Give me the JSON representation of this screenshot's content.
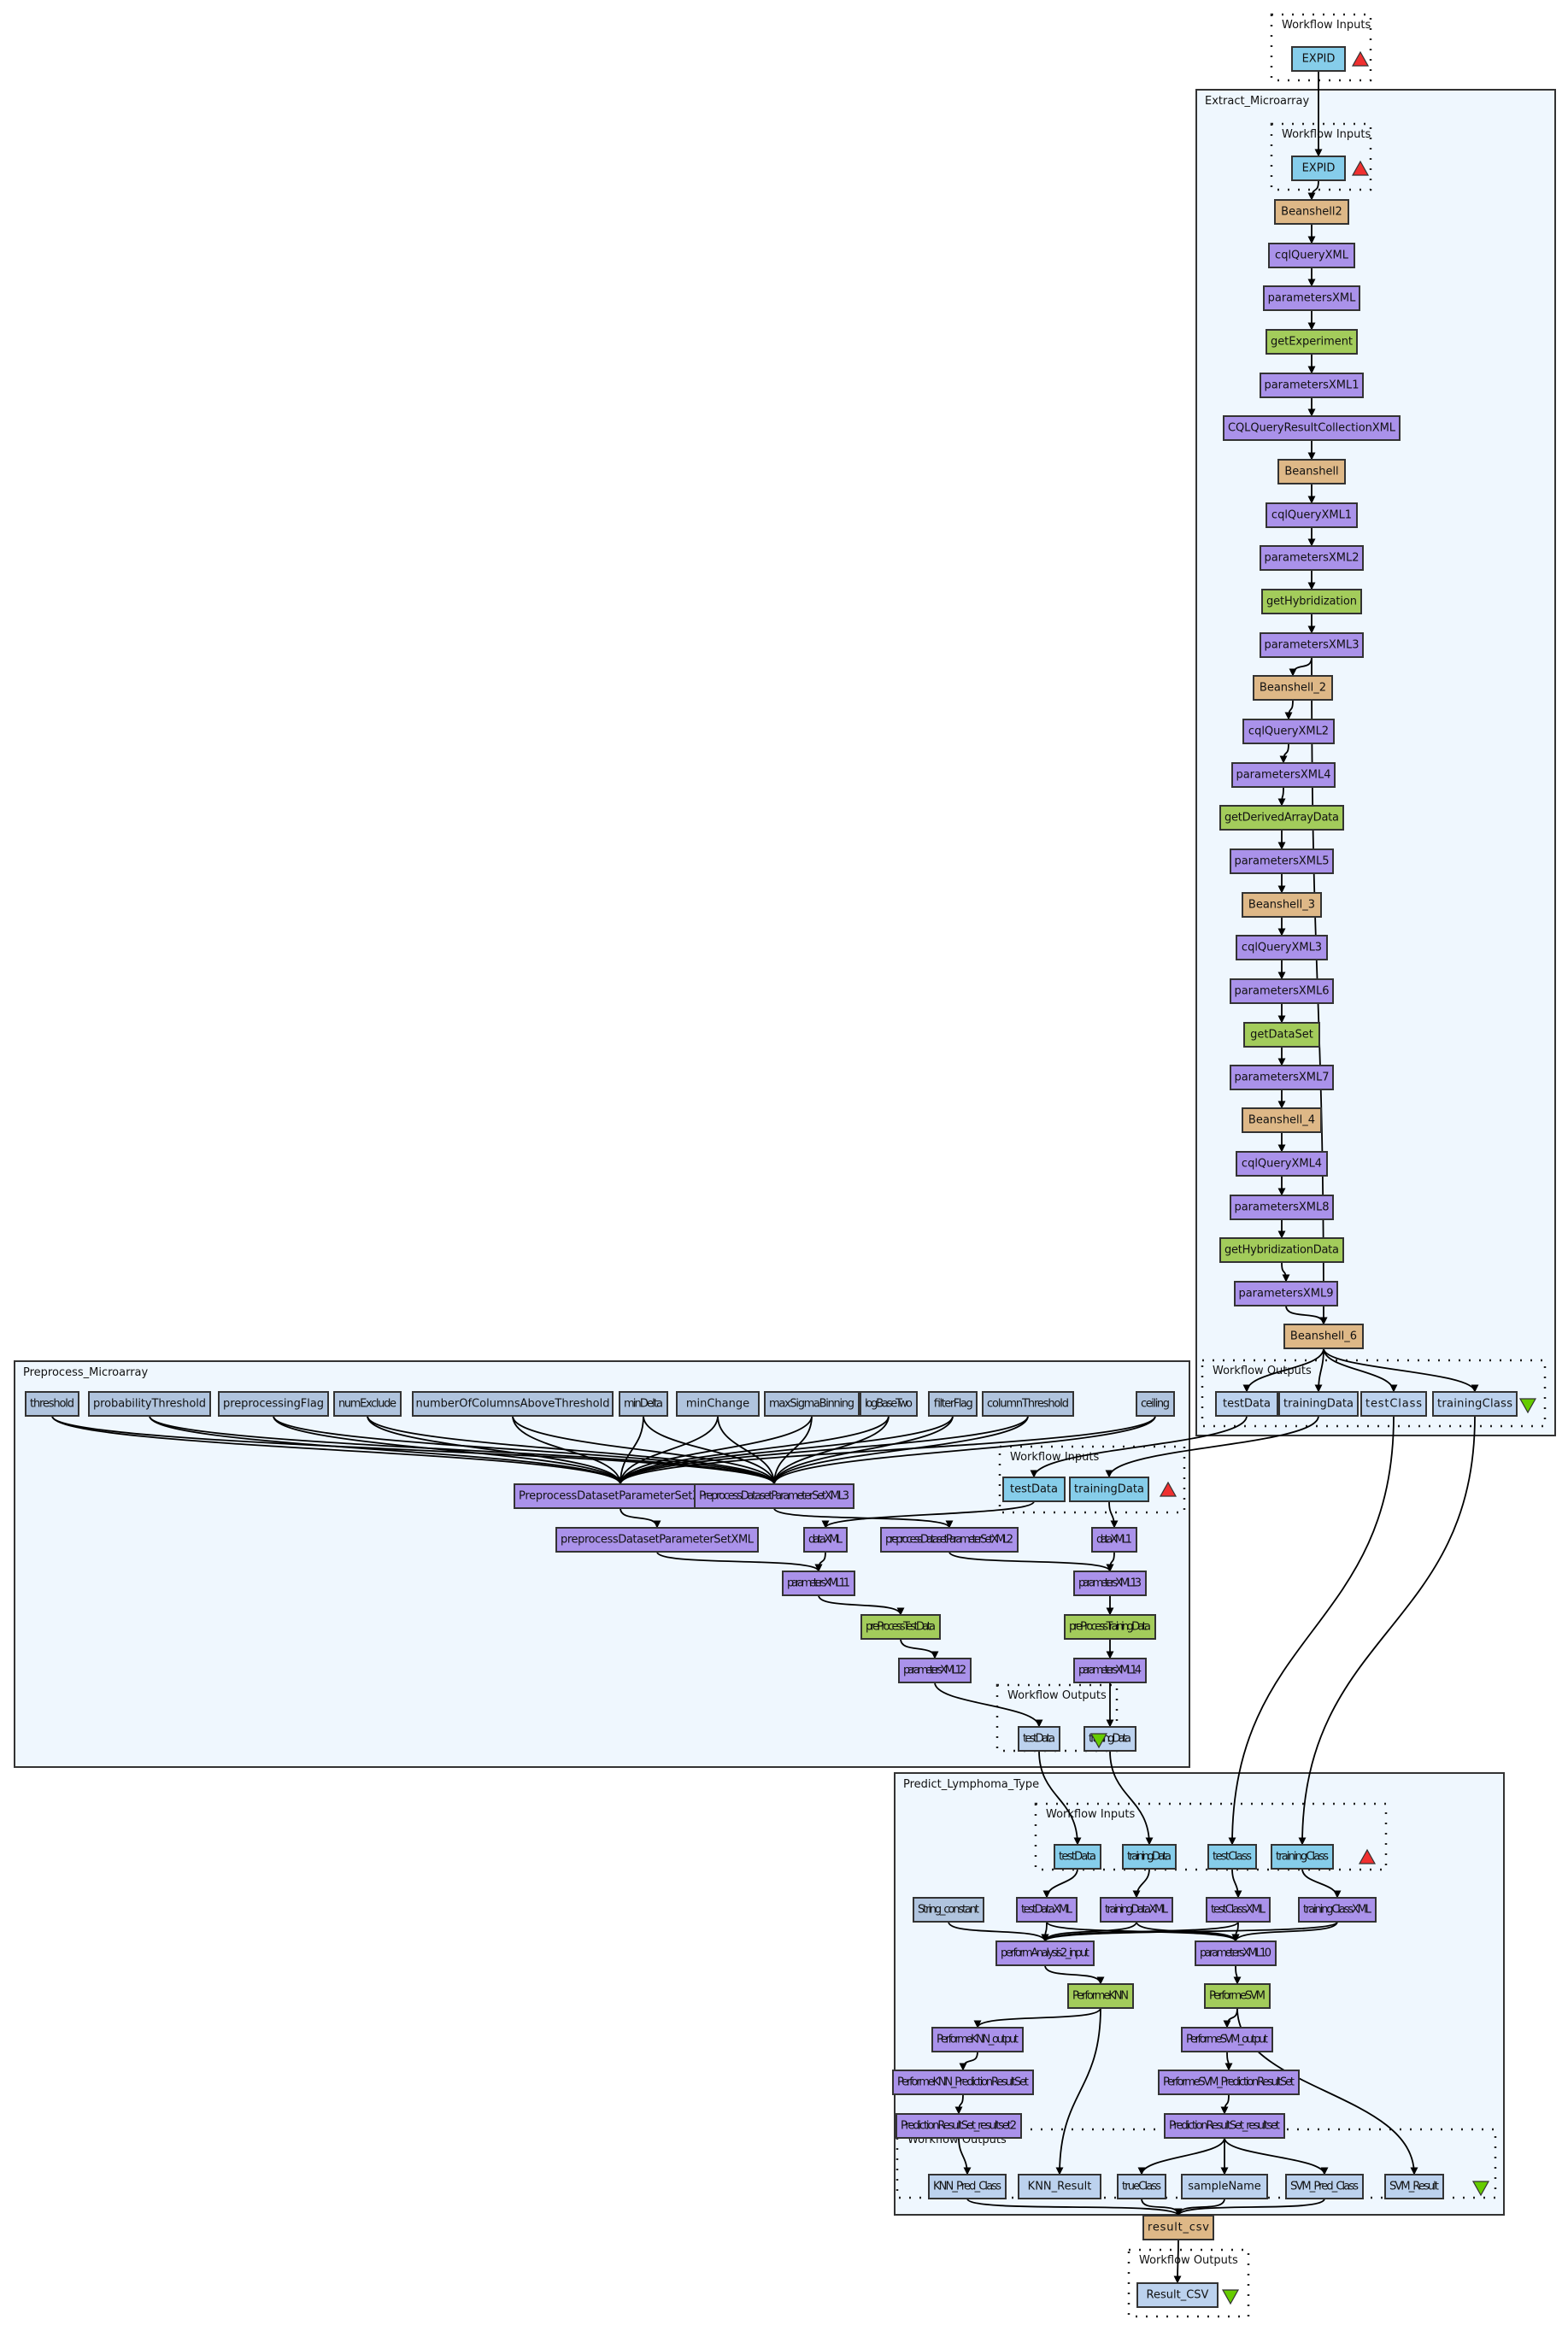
{
  "colors": {
    "input": "#86cdea",
    "output": "#bcd2ee",
    "constant": "#b0c4de",
    "xmlsplitter": "#aa92ea",
    "service": "#a3cc5b",
    "beanshell": "#deb887",
    "cluster_bg": "#eff7fe",
    "input_marker": "#f03030",
    "output_marker": "#66cc00"
  },
  "labels": {
    "workflow_inputs": "Workflow Inputs",
    "workflow_outputs": "Workflow Outputs"
  },
  "clusters": [
    {
      "id": "extract",
      "title": "Extract_Microarray"
    },
    {
      "id": "preprocess",
      "title": "Preprocess_Microarray"
    },
    {
      "id": "predict",
      "title": "Predict_Lymphoma_Type"
    }
  ],
  "nodes": [
    {
      "id": "top_expid",
      "label": "EXPID",
      "type": "input"
    },
    {
      "id": "ex_expid",
      "label": "EXPID",
      "type": "input"
    },
    {
      "id": "ex_bs2",
      "label": "Beanshell2",
      "type": "beanshell"
    },
    {
      "id": "ex_cql",
      "label": "cqlQueryXML",
      "type": "xmlsplitter"
    },
    {
      "id": "ex_px",
      "label": "parametersXML",
      "type": "xmlsplitter"
    },
    {
      "id": "ex_getexp",
      "label": "getExperiment",
      "type": "service"
    },
    {
      "id": "ex_px1",
      "label": "parametersXML1",
      "type": "xmlsplitter"
    },
    {
      "id": "ex_cqlres",
      "label": "CQLQueryResultCollectionXML",
      "type": "xmlsplitter"
    },
    {
      "id": "ex_bs",
      "label": "Beanshell",
      "type": "beanshell"
    },
    {
      "id": "ex_cql1",
      "label": "cqlQueryXML1",
      "type": "xmlsplitter"
    },
    {
      "id": "ex_px2",
      "label": "parametersXML2",
      "type": "xmlsplitter"
    },
    {
      "id": "ex_gethyb",
      "label": "getHybridization",
      "type": "service"
    },
    {
      "id": "ex_px3",
      "label": "parametersXML3",
      "type": "xmlsplitter"
    },
    {
      "id": "ex_bs_2",
      "label": "Beanshell_2",
      "type": "beanshell"
    },
    {
      "id": "ex_cql2",
      "label": "cqlQueryXML2",
      "type": "xmlsplitter"
    },
    {
      "id": "ex_px4",
      "label": "parametersXML4",
      "type": "xmlsplitter"
    },
    {
      "id": "ex_getder",
      "label": "getDerivedArrayData",
      "type": "service"
    },
    {
      "id": "ex_px5",
      "label": "parametersXML5",
      "type": "xmlsplitter"
    },
    {
      "id": "ex_bs_3",
      "label": "Beanshell_3",
      "type": "beanshell"
    },
    {
      "id": "ex_cql3",
      "label": "cqlQueryXML3",
      "type": "xmlsplitter"
    },
    {
      "id": "ex_px6",
      "label": "parametersXML6",
      "type": "xmlsplitter"
    },
    {
      "id": "ex_getds",
      "label": "getDataSet",
      "type": "service"
    },
    {
      "id": "ex_px7",
      "label": "parametersXML7",
      "type": "xmlsplitter"
    },
    {
      "id": "ex_bs_4",
      "label": "Beanshell_4",
      "type": "beanshell"
    },
    {
      "id": "ex_cql4",
      "label": "cqlQueryXML4",
      "type": "xmlsplitter"
    },
    {
      "id": "ex_px8",
      "label": "parametersXML8",
      "type": "xmlsplitter"
    },
    {
      "id": "ex_gethybd",
      "label": "getHybridizationData",
      "type": "service"
    },
    {
      "id": "ex_px9",
      "label": "parametersXML9",
      "type": "xmlsplitter"
    },
    {
      "id": "ex_bs_6",
      "label": "Beanshell_6",
      "type": "beanshell"
    },
    {
      "id": "ex_o_test",
      "label": "testData",
      "type": "output"
    },
    {
      "id": "ex_o_train",
      "label": "trainingData",
      "type": "output"
    },
    {
      "id": "ex_o_tclass",
      "label": "testClass",
      "type": "output"
    },
    {
      "id": "ex_o_trclass",
      "label": "trainingClass",
      "type": "output"
    },
    {
      "id": "pp_threshold",
      "label": "threshold",
      "type": "constant"
    },
    {
      "id": "pp_prob",
      "label": "probabilityThreshold",
      "type": "constant"
    },
    {
      "id": "pp_flag",
      "label": "preprocessingFlag",
      "type": "constant"
    },
    {
      "id": "pp_numex",
      "label": "numExclude",
      "type": "constant"
    },
    {
      "id": "pp_ncols",
      "label": "numberOfColumnsAboveThreshold",
      "type": "constant"
    },
    {
      "id": "pp_mindelta",
      "label": "minDelta",
      "type": "constant"
    },
    {
      "id": "pp_minchange",
      "label": "minChange",
      "type": "constant"
    },
    {
      "id": "pp_maxsig",
      "label": "maxSigmaBinning",
      "type": "constant"
    },
    {
      "id": "pp_log",
      "label": "logBaseTwo",
      "type": "constant"
    },
    {
      "id": "pp_filter",
      "label": "filterFlag",
      "type": "constant"
    },
    {
      "id": "pp_colthr",
      "label": "columnThreshold",
      "type": "constant"
    },
    {
      "id": "pp_ceiling",
      "label": "ceiling",
      "type": "constant"
    },
    {
      "id": "pp_pdps1",
      "label": "PreprocessDatasetParameterSetXML1",
      "type": "xmlsplitter"
    },
    {
      "id": "pp_pdps3",
      "label": "PreprocessDatasetParameterSetXML3",
      "type": "xmlsplitter"
    },
    {
      "id": "pp_i_test",
      "label": "testData",
      "type": "input"
    },
    {
      "id": "pp_i_train",
      "label": "trainingData",
      "type": "input"
    },
    {
      "id": "pp_pdps",
      "label": "preprocessDatasetParameterSetXML",
      "type": "xmlsplitter"
    },
    {
      "id": "pp_dataxml",
      "label": "dataXML",
      "type": "xmlsplitter"
    },
    {
      "id": "pp_pdps2",
      "label": "preprocessDatasetParameterSetXML2",
      "type": "xmlsplitter"
    },
    {
      "id": "pp_dataxml1",
      "label": "dataXML1",
      "type": "xmlsplitter"
    },
    {
      "id": "pp_px11",
      "label": "parametersXML11",
      "type": "xmlsplitter"
    },
    {
      "id": "pp_px13",
      "label": "parametersXML13",
      "type": "xmlsplitter"
    },
    {
      "id": "pp_pretest",
      "label": "preProcessTestData",
      "type": "service"
    },
    {
      "id": "pp_pretrain",
      "label": "preProcessTrainingData",
      "type": "service"
    },
    {
      "id": "pp_px12",
      "label": "parametersXML12",
      "type": "xmlsplitter"
    },
    {
      "id": "pp_px14",
      "label": "parametersXML14",
      "type": "xmlsplitter"
    },
    {
      "id": "pp_o_test",
      "label": "testData",
      "type": "output"
    },
    {
      "id": "pp_o_train",
      "label": "trainingData",
      "type": "output"
    },
    {
      "id": "pr_i_test",
      "label": "testData",
      "type": "input"
    },
    {
      "id": "pr_i_train",
      "label": "trainingData",
      "type": "input"
    },
    {
      "id": "pr_i_tclass",
      "label": "testClass",
      "type": "input"
    },
    {
      "id": "pr_i_trclass",
      "label": "trainingClass",
      "type": "input"
    },
    {
      "id": "pr_strconst",
      "label": "String_constant",
      "type": "constant"
    },
    {
      "id": "pr_testxml",
      "label": "testDataXML",
      "type": "xmlsplitter"
    },
    {
      "id": "pr_trainxml",
      "label": "trainingDataXML",
      "type": "xmlsplitter"
    },
    {
      "id": "pr_tclassxml",
      "label": "testClassXML",
      "type": "xmlsplitter"
    },
    {
      "id": "pr_trclassxml",
      "label": "trainingClassXML",
      "type": "xmlsplitter"
    },
    {
      "id": "pr_pa2",
      "label": "performAnalysis2_input",
      "type": "xmlsplitter"
    },
    {
      "id": "pr_px10",
      "label": "parametersXML10",
      "type": "xmlsplitter"
    },
    {
      "id": "pr_knn",
      "label": "PerformeKNN",
      "type": "service"
    },
    {
      "id": "pr_svm",
      "label": "PerformeSVM",
      "type": "service"
    },
    {
      "id": "pr_knnout",
      "label": "PerformeKNN_output",
      "type": "xmlsplitter"
    },
    {
      "id": "pr_svmout",
      "label": "PerformeSVM_output",
      "type": "xmlsplitter"
    },
    {
      "id": "pr_knnprs",
      "label": "PerformeKNN_PredictionResultSet",
      "type": "xmlsplitter"
    },
    {
      "id": "pr_svmprs",
      "label": "PerformeSVM_PredictionResultSet",
      "type": "xmlsplitter"
    },
    {
      "id": "pr_prs2",
      "label": "PredictionResultSet_resultset2",
      "type": "xmlsplitter"
    },
    {
      "id": "pr_prs",
      "label": "PredictionResultSet_resultset",
      "type": "xmlsplitter"
    },
    {
      "id": "pr_o_knnpred",
      "label": "KNN_Pred_Class",
      "type": "output"
    },
    {
      "id": "pr_o_knnres",
      "label": "KNN_Result",
      "type": "output"
    },
    {
      "id": "pr_o_true",
      "label": "trueClass",
      "type": "output"
    },
    {
      "id": "pr_o_sample",
      "label": "sampleName",
      "type": "output"
    },
    {
      "id": "pr_o_svmpred",
      "label": "SVM_Pred_Class",
      "type": "output"
    },
    {
      "id": "pr_o_svmres",
      "label": "SVM_Result",
      "type": "output"
    },
    {
      "id": "result_csv",
      "label": "result_csv",
      "type": "beanshell"
    },
    {
      "id": "final_csv",
      "label": "Result_CSV",
      "type": "output"
    }
  ],
  "edges": [
    [
      "top_expid",
      "ex_expid"
    ],
    [
      "ex_expid",
      "ex_bs2"
    ],
    [
      "ex_bs2",
      "ex_cql"
    ],
    [
      "ex_cql",
      "ex_px"
    ],
    [
      "ex_px",
      "ex_getexp"
    ],
    [
      "ex_getexp",
      "ex_px1"
    ],
    [
      "ex_px1",
      "ex_cqlres"
    ],
    [
      "ex_cqlres",
      "ex_bs"
    ],
    [
      "ex_bs",
      "ex_cql1"
    ],
    [
      "ex_cql1",
      "ex_px2"
    ],
    [
      "ex_px2",
      "ex_gethyb"
    ],
    [
      "ex_gethyb",
      "ex_px3"
    ],
    [
      "ex_px3",
      "ex_bs_2"
    ],
    [
      "ex_px3",
      "ex_bs_6"
    ],
    [
      "ex_bs_2",
      "ex_cql2"
    ],
    [
      "ex_cql2",
      "ex_px4"
    ],
    [
      "ex_px4",
      "ex_getder"
    ],
    [
      "ex_getder",
      "ex_px5"
    ],
    [
      "ex_px5",
      "ex_bs_3"
    ],
    [
      "ex_bs_3",
      "ex_cql3"
    ],
    [
      "ex_cql3",
      "ex_px6"
    ],
    [
      "ex_px6",
      "ex_getds"
    ],
    [
      "ex_getds",
      "ex_px7"
    ],
    [
      "ex_px7",
      "ex_bs_4"
    ],
    [
      "ex_bs_4",
      "ex_cql4"
    ],
    [
      "ex_cql4",
      "ex_px8"
    ],
    [
      "ex_px8",
      "ex_gethybd"
    ],
    [
      "ex_gethybd",
      "ex_px9"
    ],
    [
      "ex_px9",
      "ex_bs_6"
    ],
    [
      "ex_bs_6",
      "ex_o_test"
    ],
    [
      "ex_bs_6",
      "ex_o_train"
    ],
    [
      "ex_bs_6",
      "ex_o_tclass"
    ],
    [
      "ex_bs_6",
      "ex_o_trclass"
    ],
    [
      "ex_o_test",
      "pp_i_test"
    ],
    [
      "ex_o_train",
      "pp_i_train"
    ],
    [
      "ex_o_tclass",
      "pr_i_tclass"
    ],
    [
      "ex_o_trclass",
      "pr_i_trclass"
    ],
    [
      "pp_threshold",
      "pp_pdps1"
    ],
    [
      "pp_threshold",
      "pp_pdps3"
    ],
    [
      "pp_prob",
      "pp_pdps1"
    ],
    [
      "pp_prob",
      "pp_pdps3"
    ],
    [
      "pp_flag",
      "pp_pdps1"
    ],
    [
      "pp_flag",
      "pp_pdps3"
    ],
    [
      "pp_numex",
      "pp_pdps1"
    ],
    [
      "pp_numex",
      "pp_pdps3"
    ],
    [
      "pp_ncols",
      "pp_pdps1"
    ],
    [
      "pp_ncols",
      "pp_pdps3"
    ],
    [
      "pp_mindelta",
      "pp_pdps1"
    ],
    [
      "pp_mindelta",
      "pp_pdps3"
    ],
    [
      "pp_minchange",
      "pp_pdps1"
    ],
    [
      "pp_minchange",
      "pp_pdps3"
    ],
    [
      "pp_maxsig",
      "pp_pdps1"
    ],
    [
      "pp_maxsig",
      "pp_pdps3"
    ],
    [
      "pp_log",
      "pp_pdps1"
    ],
    [
      "pp_log",
      "pp_pdps3"
    ],
    [
      "pp_filter",
      "pp_pdps1"
    ],
    [
      "pp_filter",
      "pp_pdps3"
    ],
    [
      "pp_colthr",
      "pp_pdps1"
    ],
    [
      "pp_colthr",
      "pp_pdps3"
    ],
    [
      "pp_ceiling",
      "pp_pdps1"
    ],
    [
      "pp_ceiling",
      "pp_pdps3"
    ],
    [
      "pp_pdps1",
      "pp_pdps"
    ],
    [
      "pp_pdps3",
      "pp_pdps2"
    ],
    [
      "pp_i_test",
      "pp_dataxml"
    ],
    [
      "pp_i_train",
      "pp_dataxml1"
    ],
    [
      "pp_pdps",
      "pp_px11"
    ],
    [
      "pp_dataxml",
      "pp_px11"
    ],
    [
      "pp_pdps2",
      "pp_px13"
    ],
    [
      "pp_dataxml1",
      "pp_px13"
    ],
    [
      "pp_px11",
      "pp_pretest"
    ],
    [
      "pp_px13",
      "pp_pretrain"
    ],
    [
      "pp_pretest",
      "pp_px12"
    ],
    [
      "pp_pretrain",
      "pp_px14"
    ],
    [
      "pp_px12",
      "pp_o_test"
    ],
    [
      "pp_px14",
      "pp_o_train"
    ],
    [
      "pp_o_test",
      "pr_i_test"
    ],
    [
      "pp_o_train",
      "pr_i_train"
    ],
    [
      "pr_i_test",
      "pr_testxml"
    ],
    [
      "pr_i_train",
      "pr_trainxml"
    ],
    [
      "pr_i_tclass",
      "pr_tclassxml"
    ],
    [
      "pr_i_trclass",
      "pr_trclassxml"
    ],
    [
      "pr_strconst",
      "pr_pa2"
    ],
    [
      "pr_testxml",
      "pr_pa2"
    ],
    [
      "pr_testxml",
      "pr_px10"
    ],
    [
      "pr_trainxml",
      "pr_pa2"
    ],
    [
      "pr_trainxml",
      "pr_px10"
    ],
    [
      "pr_tclassxml",
      "pr_pa2"
    ],
    [
      "pr_tclassxml",
      "pr_px10"
    ],
    [
      "pr_trclassxml",
      "pr_pa2"
    ],
    [
      "pr_trclassxml",
      "pr_px10"
    ],
    [
      "pr_pa2",
      "pr_knn"
    ],
    [
      "pr_px10",
      "pr_svm"
    ],
    [
      "pr_knn",
      "pr_knnout"
    ],
    [
      "pr_knn",
      "pr_o_knnres"
    ],
    [
      "pr_svm",
      "pr_svmout"
    ],
    [
      "pr_svm",
      "pr_o_svmres"
    ],
    [
      "pr_knnout",
      "pr_knnprs"
    ],
    [
      "pr_svmout",
      "pr_svmprs"
    ],
    [
      "pr_knnprs",
      "pr_prs2"
    ],
    [
      "pr_svmprs",
      "pr_prs"
    ],
    [
      "pr_prs2",
      "pr_o_knnpred"
    ],
    [
      "pr_prs",
      "pr_o_true"
    ],
    [
      "pr_prs",
      "pr_o_sample"
    ],
    [
      "pr_prs",
      "pr_o_svmpred"
    ],
    [
      "pr_o_knnpred",
      "result_csv"
    ],
    [
      "pr_o_true",
      "result_csv"
    ],
    [
      "pr_o_sample",
      "result_csv"
    ],
    [
      "pr_o_svmpred",
      "result_csv"
    ],
    [
      "result_csv",
      "final_csv"
    ]
  ]
}
